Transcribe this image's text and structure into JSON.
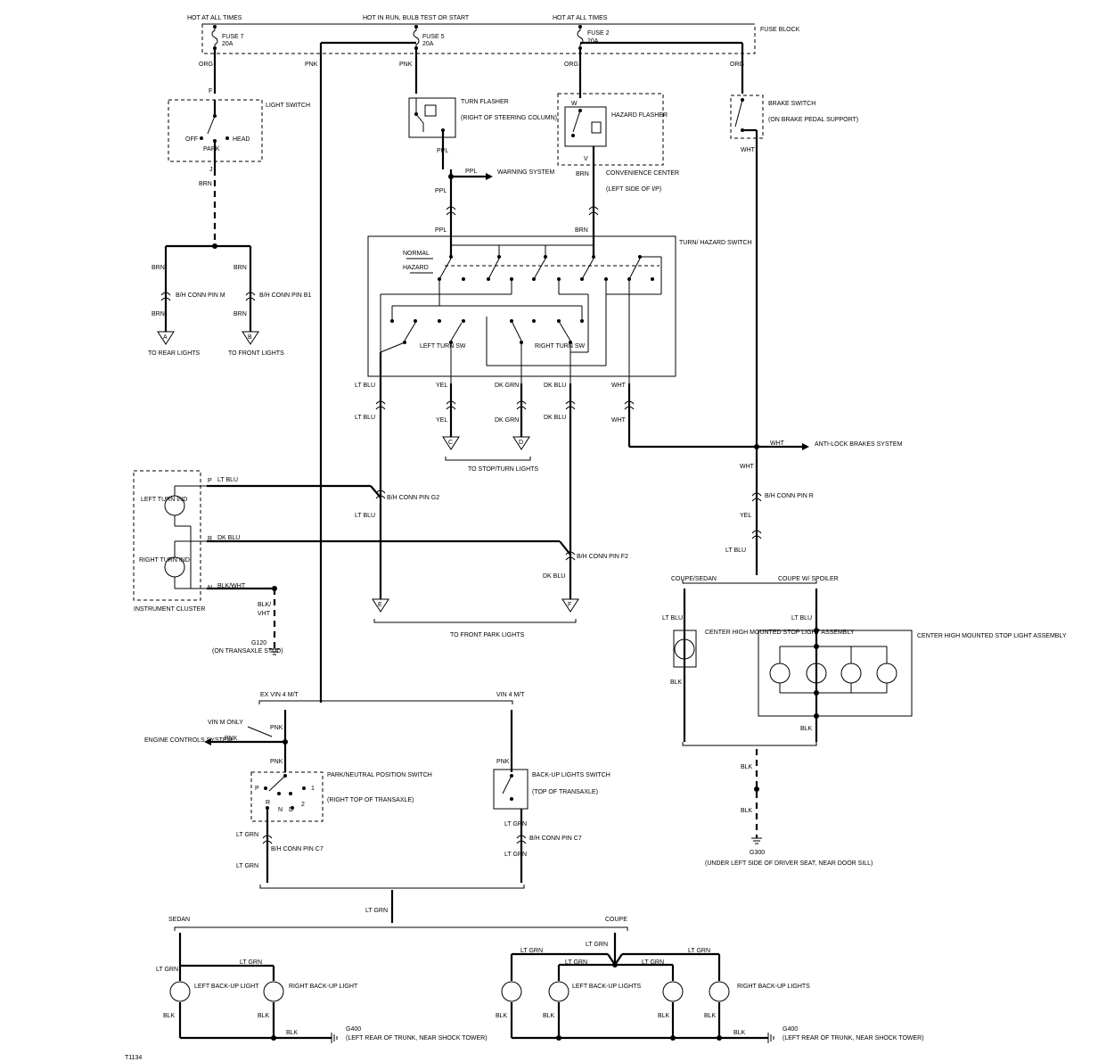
{
  "fuse_block": {
    "label_hot_left": "HOT AT ALL TIMES",
    "label_hot_mid": "HOT IN RUN, BULB TEST OR START",
    "label_hot_right": "HOT AT ALL TIMES",
    "fuse7": "FUSE 7",
    "fuse7_amp": "20A",
    "fuse5": "FUSE 5",
    "fuse5_amp": "20A",
    "fuse2": "FUSE 2",
    "fuse2_amp": "20A",
    "block_name": "FUSE BLOCK"
  },
  "wires": {
    "org": "ORG",
    "pnk": "PNK",
    "brn": "BRN",
    "ppl": "PPL",
    "wht": "WHT",
    "lt_blu": "LT BLU",
    "yel": "YEL",
    "dk_grn": "DK GRN",
    "dk_blu": "DK BLU",
    "blk": "BLK",
    "blk_wht": "BLK/WHT",
    "blk_slash": "BLK/",
    "vht": "VHT",
    "lt_grn": "LT GRN"
  },
  "light_switch": {
    "name": "LIGHT SWITCH",
    "off": "OFF",
    "park": "PARK",
    "head": "HEAD",
    "pin_f": "F",
    "pin_j": "J"
  },
  "turn_flasher": {
    "name": "TURN FLASHER",
    "note": "(RIGHT OF STEERING COLUMN)"
  },
  "hazard_flasher": {
    "name": "HAZARD FLASHER",
    "pin_w": "W",
    "pin_v": "V",
    "center": "CONVENIENCE CENTER",
    "center_note": "(LEFT SIDE OF I/P)"
  },
  "brake_switch": {
    "name": "BRAKE SWITCH",
    "note": "(ON BRAKE PEDAL SUPPORT)"
  },
  "warning": "WARNING SYSTEM",
  "turn_hazard_switch": {
    "name": "TURN/ HAZARD SWITCH",
    "normal": "NORMAL",
    "hazard": "HAZARD",
    "left_turn": "LEFT TURN SW",
    "right_turn": "RIGHT TURN SW"
  },
  "connectors": {
    "bh_pin_m": "B/H CONN PIN M",
    "bh_pin_b1": "B/H CONN PIN B1",
    "bh_pin_g2": "B/H CONN PIN G2",
    "bh_pin_f2": "B/H CONN PIN F2",
    "bh_pin_r": "B/H CONN PIN R",
    "bh_pin_c7_a": "B/H CONN PIN C7",
    "bh_pin_c7_b": "B/H CONN PIN C7"
  },
  "destinations": {
    "rear_lights": "TO REAR LIGHTS",
    "front_lights": "TO FRONT LIGHTS",
    "stop_turn": "TO STOP/TURN LIGHTS",
    "front_park": "TO FRONT PARK LIGHTS",
    "anti_lock": "ANTI-LOCK BRAKES SYSTEM",
    "engine_controls": "ENGINE CONTROLS SYSTEM"
  },
  "terminals": {
    "a": "A",
    "b": "B",
    "c": "C",
    "d": "D",
    "e": "E",
    "f": "F"
  },
  "cluster": {
    "name": "INSTRUMENT CLUSTER",
    "left_ind": "LEFT TURN IND",
    "right_ind": "RIGHT TURN IND",
    "pin_p": "P",
    "pin_r": "R",
    "pin_n": "N"
  },
  "grounds": {
    "g120": "G120",
    "g120_note": "(ON TRANSAXLE STUD)",
    "g300": "G300",
    "g300_note": "(UNDER LEFT SIDE OF DRIVER SEAT, NEAR DOOR SILL)",
    "g400_a": "G400",
    "g400_a_note": "(LEFT REAR OF TRUNK, NEAR SHOCK TOWER)",
    "g400_b": "G400",
    "g400_b_note": "(LEFT REAR OF TRUNK, NEAR SHOCK TOWER)"
  },
  "chmsl": {
    "coupe_sedan": "COUPE/SEDAN",
    "coupe_spoiler": "COUPE W/ SPOILER",
    "lamp": "CENTER HIGH MOUNTED STOP LIGHT ASSEMBLY",
    "assembly": "CENTER HIGH MOUNTED STOP LIGHT ASSEMBLY"
  },
  "backup": {
    "ex_vin": "EX VIN 4 M/T",
    "vin": "VIN 4 M/T",
    "vin_only": "VIN M ONLY",
    "pn_switch": "PARK/NEUTRAL POSITION SWITCH",
    "pn_note": "(RIGHT TOP OF TRANSAXLE)",
    "pn_p": "P",
    "pn_r": "R",
    "pn_n": "N",
    "pn_d": "D",
    "pn_1": "1",
    "pn_2": "2",
    "bu_switch": "BACK-UP LIGHTS SWITCH",
    "bu_note": "(TOP OF TRANSAXLE)",
    "sedan": "SEDAN",
    "coupe": "COUPE",
    "left_backup": "LEFT BACK-UP LIGHT",
    "right_backup": "RIGHT BACK-UP LIGHT",
    "left_backup_c": "LEFT BACK-UP LIGHTS",
    "right_backup_c": "RIGHT BACK-UP LIGHTS"
  },
  "figure_id": "T1134"
}
